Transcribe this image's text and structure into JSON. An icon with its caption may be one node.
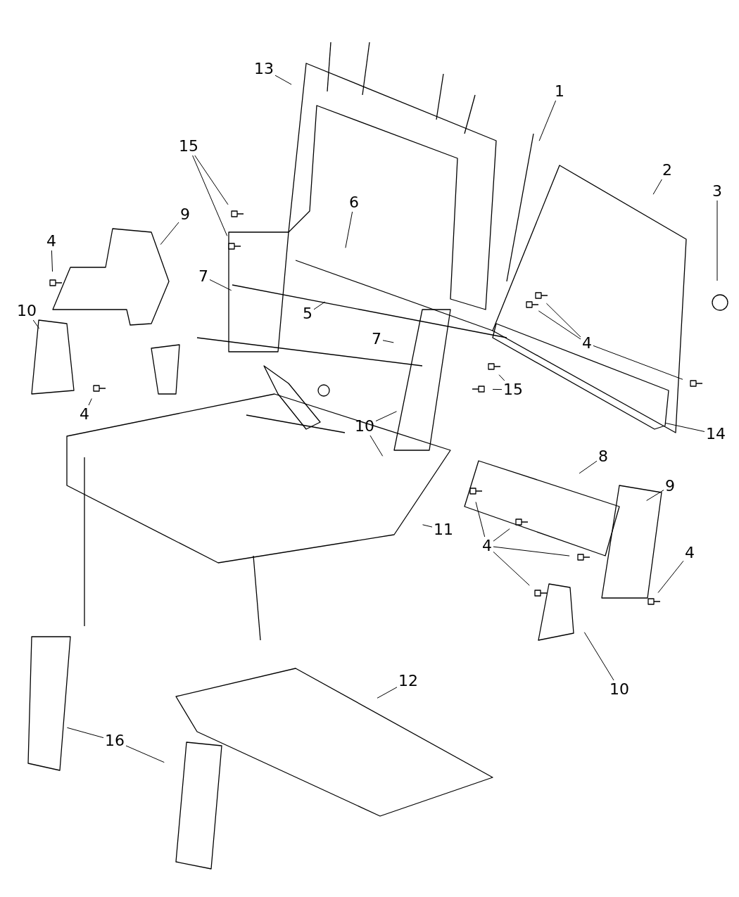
{
  "diagram": {
    "nodes": [
      {
        "text": [
          "13"
        ]
      },
      {
        "text": [
          "1"
        ]
      },
      {
        "text": [
          "15"
        ]
      },
      {
        "text": [
          "2"
        ]
      },
      {
        "text": [
          "3"
        ]
      },
      {
        "text": [
          "6"
        ]
      },
      {
        "text": [
          "9"
        ]
      },
      {
        "text": [
          "4"
        ]
      },
      {
        "text": [
          "7"
        ]
      },
      {
        "text": [
          "5"
        ]
      },
      {
        "text": [
          "10"
        ]
      },
      {
        "text": [
          "4"
        ]
      },
      {
        "text": [
          "7"
        ]
      },
      {
        "text": [
          "15"
        ]
      },
      {
        "text": [
          "4"
        ]
      },
      {
        "text": [
          "14"
        ]
      },
      {
        "text": [
          "10"
        ]
      },
      {
        "text": [
          "8"
        ]
      },
      {
        "text": [
          "9"
        ]
      },
      {
        "text": [
          "11"
        ]
      },
      {
        "text": [
          "4"
        ]
      },
      {
        "text": [
          "4"
        ]
      },
      {
        "text": [
          "10"
        ]
      },
      {
        "text": [
          "12"
        ]
      },
      {
        "text": [
          "16"
        ]
      }
    ],
    "edges": [
      {
        "from": 0,
        "to": null,
        "arrow": "none"
      },
      {
        "from": 1,
        "to": null,
        "arrow": "none"
      },
      {
        "from": 2,
        "to": null,
        "arrow": "none"
      },
      {
        "from": 2,
        "to": null,
        "arrow": "none"
      },
      {
        "from": 3,
        "to": null,
        "arrow": "none"
      },
      {
        "from": 4,
        "to": null,
        "arrow": "none"
      },
      {
        "from": 5,
        "to": null,
        "arrow": "none"
      },
      {
        "from": 6,
        "to": null,
        "arrow": "none"
      },
      {
        "from": 7,
        "to": null,
        "arrow": "none"
      },
      {
        "from": 8,
        "to": null,
        "arrow": "none"
      },
      {
        "from": 9,
        "to": null,
        "arrow": "none"
      },
      {
        "from": 10,
        "to": null,
        "arrow": "none"
      },
      {
        "from": 11,
        "to": null,
        "arrow": "none"
      },
      {
        "from": 11,
        "to": null,
        "arrow": "none"
      },
      {
        "from": 11,
        "to": null,
        "arrow": "none"
      },
      {
        "from": 12,
        "to": null,
        "arrow": "none"
      },
      {
        "from": 13,
        "to": null,
        "arrow": "none"
      },
      {
        "from": 13,
        "to": null,
        "arrow": "none"
      },
      {
        "from": 14,
        "to": null,
        "arrow": "none"
      },
      {
        "from": 15,
        "to": null,
        "arrow": "none"
      },
      {
        "from": 16,
        "to": null,
        "arrow": "none"
      },
      {
        "from": 16,
        "to": null,
        "arrow": "none"
      },
      {
        "from": 17,
        "to": null,
        "arrow": "none"
      },
      {
        "from": 18,
        "to": null,
        "arrow": "none"
      },
      {
        "from": 19,
        "to": null,
        "arrow": "none"
      },
      {
        "from": 20,
        "to": null,
        "arrow": "none"
      },
      {
        "from": 20,
        "to": null,
        "arrow": "none"
      },
      {
        "from": 20,
        "to": null,
        "arrow": "none"
      },
      {
        "from": 20,
        "to": null,
        "arrow": "none"
      },
      {
        "from": 21,
        "to": null,
        "arrow": "none"
      },
      {
        "from": 22,
        "to": null,
        "arrow": "none"
      },
      {
        "from": 23,
        "to": null,
        "arrow": "none"
      },
      {
        "from": 24,
        "to": null,
        "arrow": "none"
      },
      {
        "from": 24,
        "to": null,
        "arrow": "none"
      }
    ]
  }
}
